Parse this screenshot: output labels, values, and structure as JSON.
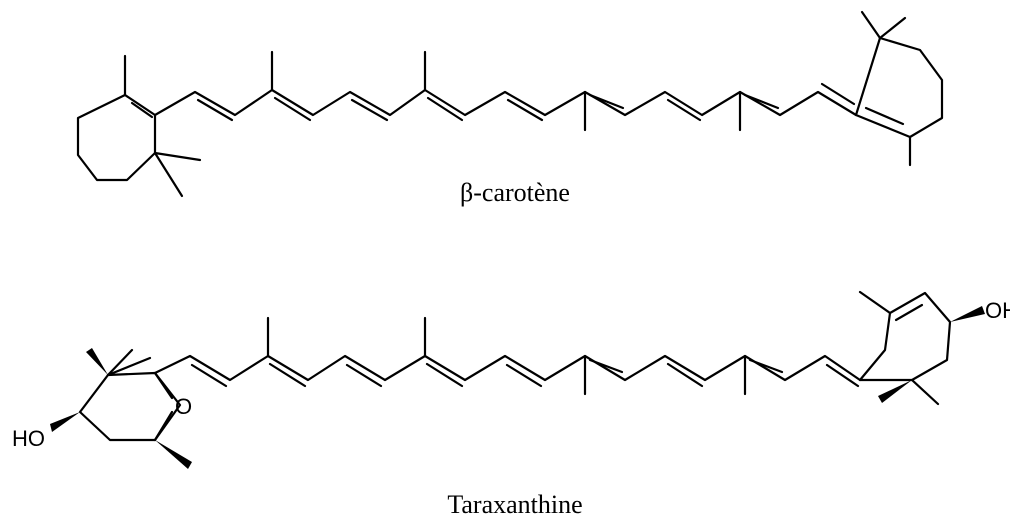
{
  "molecules": [
    {
      "name": "β-carotène"
    },
    {
      "name": "Taraxanthine",
      "atoms": {
        "o_epoxide": "O",
        "oh_right": "OH",
        "ho_left": "HO"
      }
    }
  ],
  "colors": {
    "ink": "#000000",
    "background": "#ffffff"
  }
}
